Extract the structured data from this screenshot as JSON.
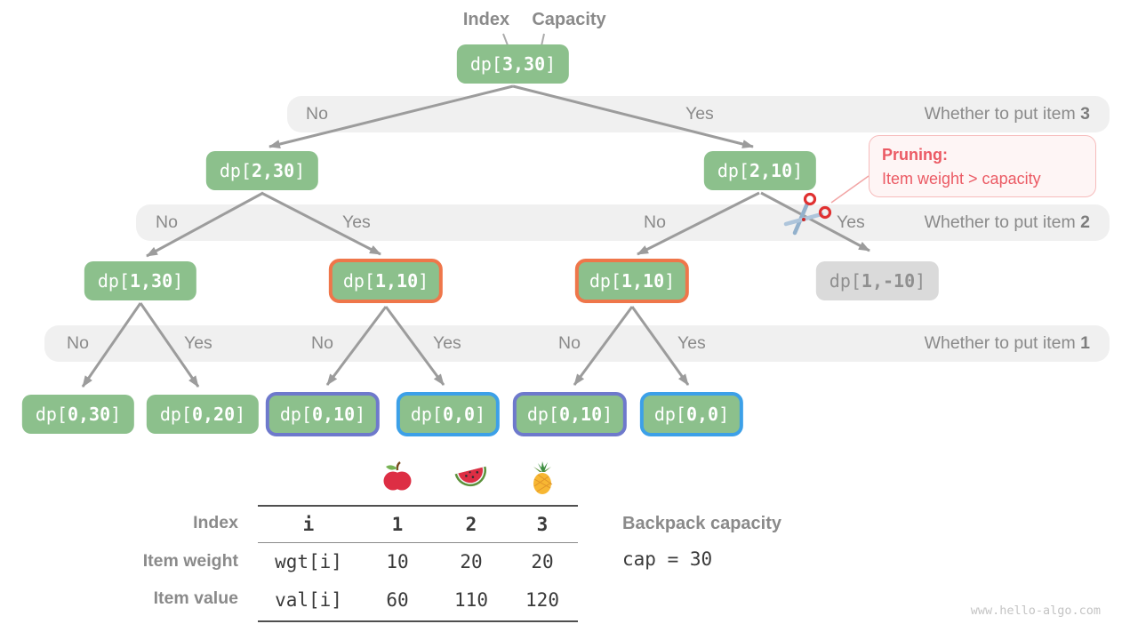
{
  "header": {
    "index_label": "Index",
    "capacity_label": "Capacity"
  },
  "tree": {
    "nodes": [
      {
        "pre": "dp[",
        "num": "3,30",
        "post": "]"
      },
      {
        "pre": "dp[",
        "num": "2,30",
        "post": "]"
      },
      {
        "pre": "dp[",
        "num": "2,10",
        "post": "]"
      },
      {
        "pre": "dp[",
        "num": "1,30",
        "post": "]"
      },
      {
        "pre": "dp[",
        "num": "1,10",
        "post": "]"
      },
      {
        "pre": "dp[",
        "num": "1,10",
        "post": "]"
      },
      {
        "pre": "dp[",
        "num": "1,-10",
        "post": "]"
      },
      {
        "pre": "dp[",
        "num": "0,30",
        "post": "]"
      },
      {
        "pre": "dp[",
        "num": "0,20",
        "post": "]"
      },
      {
        "pre": "dp[",
        "num": "0,10",
        "post": "]"
      },
      {
        "pre": "dp[",
        "num": "0,0",
        "post": "]"
      },
      {
        "pre": "dp[",
        "num": "0,10",
        "post": "]"
      },
      {
        "pre": "dp[",
        "num": "0,0",
        "post": "]"
      }
    ]
  },
  "bands": [
    {
      "question": "Whether to put item ",
      "item": "3",
      "options": [
        "No",
        "Yes"
      ]
    },
    {
      "question": "Whether to put item ",
      "item": "2",
      "options": [
        "No",
        "Yes",
        "No",
        "Yes"
      ]
    },
    {
      "question": "Whether to put item ",
      "item": "1",
      "options": [
        "No",
        "Yes",
        "No",
        "Yes",
        "No",
        "Yes"
      ]
    }
  ],
  "pruning": {
    "title": "Pruning",
    "colon": ":",
    "body": "Item weight > capacity"
  },
  "table": {
    "row_labels": [
      "Index",
      "Item weight",
      "Item value"
    ],
    "columns": [
      "i",
      "1",
      "2",
      "3"
    ],
    "rows": [
      [
        "wgt[i]",
        "10",
        "20",
        "20"
      ],
      [
        "val[i]",
        "60",
        "110",
        "120"
      ]
    ]
  },
  "capacity": {
    "label": "Backpack capacity",
    "value": "cap = 30"
  },
  "watermark": "www.hello-algo.com",
  "icons": {
    "fruits": [
      "apple-icon",
      "watermelon-icon",
      "pineapple-icon"
    ],
    "pruning_marker": "scissors-icon"
  },
  "colors": {
    "node_green": "#8cc08c",
    "node_gray": "#dadada",
    "border_orange": "#ef764a",
    "border_purple": "#6e79cc",
    "border_blue": "#3ca0e8",
    "band_bg": "#f0f0f0",
    "label_gray": "#8a8a8a",
    "arrow_gray": "#9c9c9c",
    "pruning_red": "#eb5a64"
  }
}
